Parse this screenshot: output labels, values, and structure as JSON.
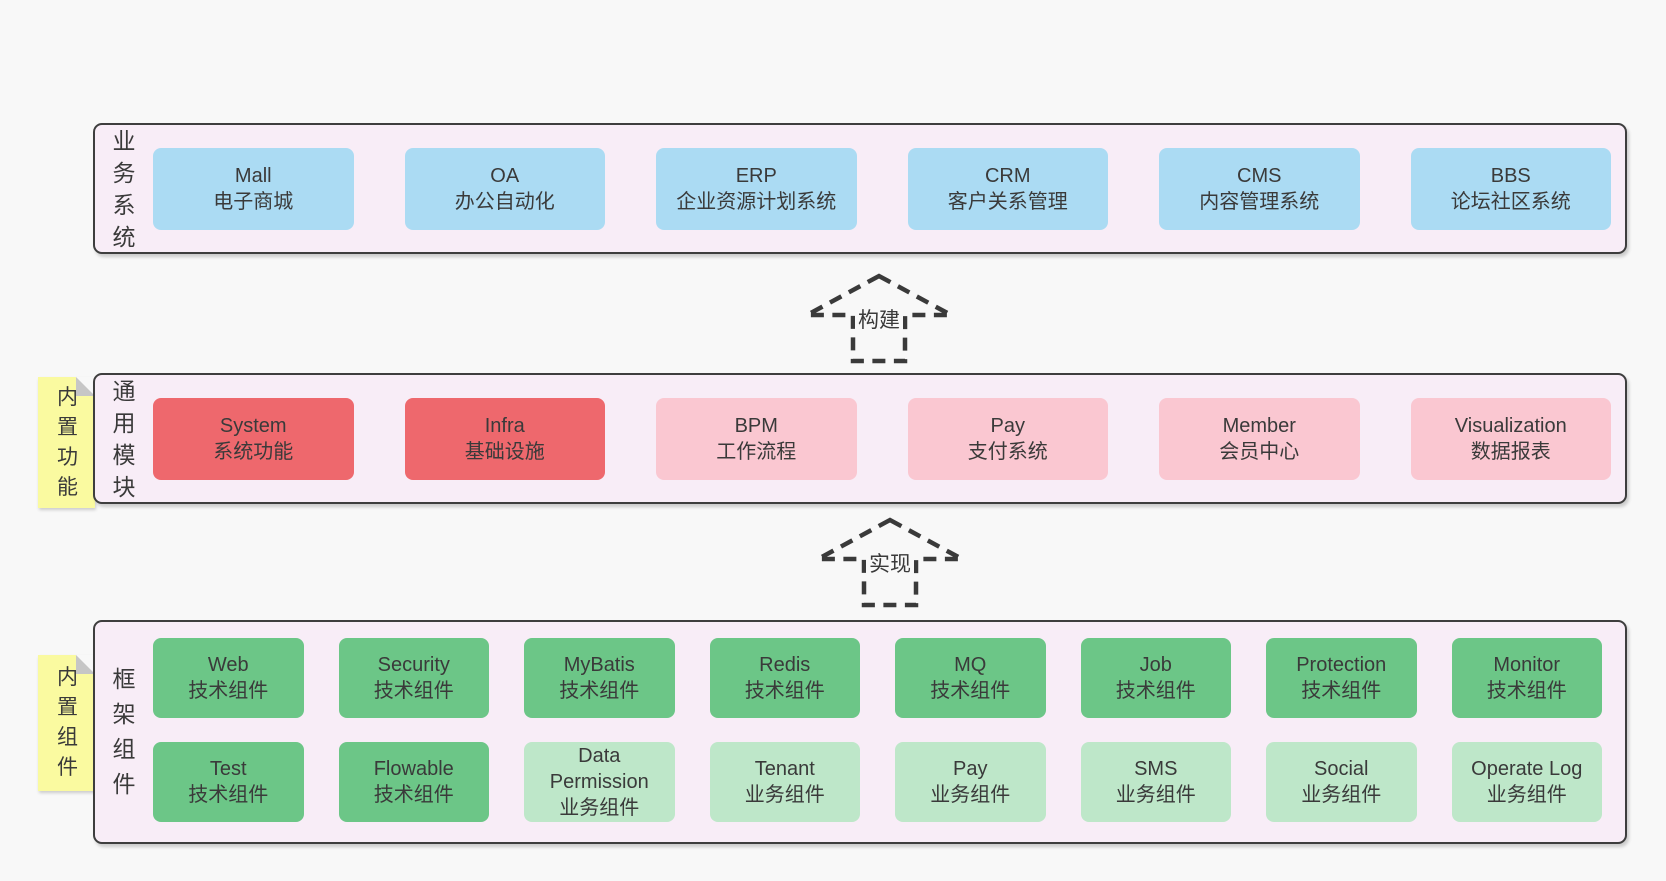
{
  "page": {
    "background": "#f8f8f8"
  },
  "colors": {
    "band_bg": "#f8edf7",
    "band_border": "#3e3e3e",
    "text": "#3a3a3a",
    "blue": "#abdbf3",
    "red": "#ee686d",
    "pink": "#fac7d1",
    "green": "#6cc687",
    "light_green": "#bee7c9",
    "sticky_yellow": "#fafaa0",
    "fold_gray": "#c6c6c6"
  },
  "bands": [
    {
      "id": "business-systems",
      "title_vertical": "业务系统",
      "rows": [
        [
          {
            "name": "Mall",
            "desc": "电子商城",
            "variant": "blue"
          },
          {
            "name": "OA",
            "desc": "办公自动化",
            "variant": "blue"
          },
          {
            "name": "ERP",
            "desc": "企业资源计划系统",
            "variant": "blue"
          },
          {
            "name": "CRM",
            "desc": "客户关系管理",
            "variant": "blue"
          },
          {
            "name": "CMS",
            "desc": "内容管理系统",
            "variant": "blue"
          },
          {
            "name": "BBS",
            "desc": "论坛社区系统",
            "variant": "blue"
          }
        ]
      ]
    },
    {
      "id": "common-modules",
      "title_vertical": "通用模块",
      "sticky_note": "内置功能",
      "rows": [
        [
          {
            "name": "System",
            "desc": "系统功能",
            "variant": "red"
          },
          {
            "name": "Infra",
            "desc": "基础设施",
            "variant": "red"
          },
          {
            "name": "BPM",
            "desc": "工作流程",
            "variant": "pink"
          },
          {
            "name": "Pay",
            "desc": "支付系统",
            "variant": "pink"
          },
          {
            "name": "Member",
            "desc": "会员中心",
            "variant": "pink"
          },
          {
            "name": "Visualization",
            "desc": "数据报表",
            "variant": "pink"
          }
        ]
      ]
    },
    {
      "id": "framework-components",
      "title_vertical": "框架组件",
      "sticky_note": "内置组件",
      "rows": [
        [
          {
            "name": "Web",
            "desc": "技术组件",
            "variant": "green"
          },
          {
            "name": "Security",
            "desc": "技术组件",
            "variant": "green"
          },
          {
            "name": "MyBatis",
            "desc": "技术组件",
            "variant": "green"
          },
          {
            "name": "Redis",
            "desc": "技术组件",
            "variant": "green"
          },
          {
            "name": "MQ",
            "desc": "技术组件",
            "variant": "green"
          },
          {
            "name": "Job",
            "desc": "技术组件",
            "variant": "green"
          },
          {
            "name": "Protection",
            "desc": "技术组件",
            "variant": "green"
          },
          {
            "name": "Monitor",
            "desc": "技术组件",
            "variant": "green"
          }
        ],
        [
          {
            "name": "Test",
            "desc": "技术组件",
            "variant": "green"
          },
          {
            "name": "Flowable",
            "desc": "技术组件",
            "variant": "green"
          },
          {
            "name": "Data Permission",
            "desc": "业务组件",
            "variant": "light_green"
          },
          {
            "name": "Tenant",
            "desc": "业务组件",
            "variant": "light_green"
          },
          {
            "name": "Pay",
            "desc": "业务组件",
            "variant": "light_green"
          },
          {
            "name": "SMS",
            "desc": "业务组件",
            "variant": "light_green"
          },
          {
            "name": "Social",
            "desc": "业务组件",
            "variant": "light_green"
          },
          {
            "name": "Operate Log",
            "desc": "业务组件",
            "variant": "light_green"
          }
        ]
      ]
    }
  ],
  "arrows": [
    {
      "label": "构建"
    },
    {
      "label": "实现"
    }
  ]
}
